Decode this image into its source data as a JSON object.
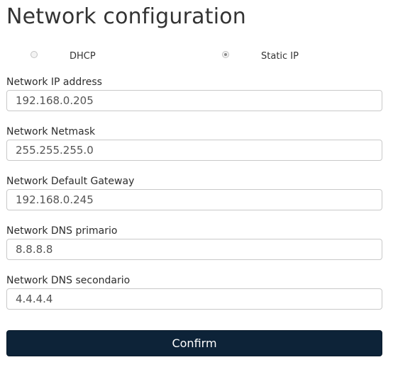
{
  "title": "Network configuration",
  "mode": {
    "options": [
      {
        "label": "DHCP",
        "checked": false
      },
      {
        "label": "Static IP",
        "checked": true
      }
    ]
  },
  "fields": [
    {
      "label": "Network IP address",
      "value": "192.168.0.205"
    },
    {
      "label": "Network Netmask",
      "value": "255.255.255.0"
    },
    {
      "label": "Network Default Gateway",
      "value": "192.168.0.245"
    },
    {
      "label": "Network DNS primario",
      "value": "8.8.8.8"
    },
    {
      "label": "Network DNS secondario",
      "value": "4.4.4.4"
    }
  ],
  "confirm_label": "Confirm",
  "colors": {
    "button_background": "#0d2338",
    "button_text": "#ffffff"
  }
}
